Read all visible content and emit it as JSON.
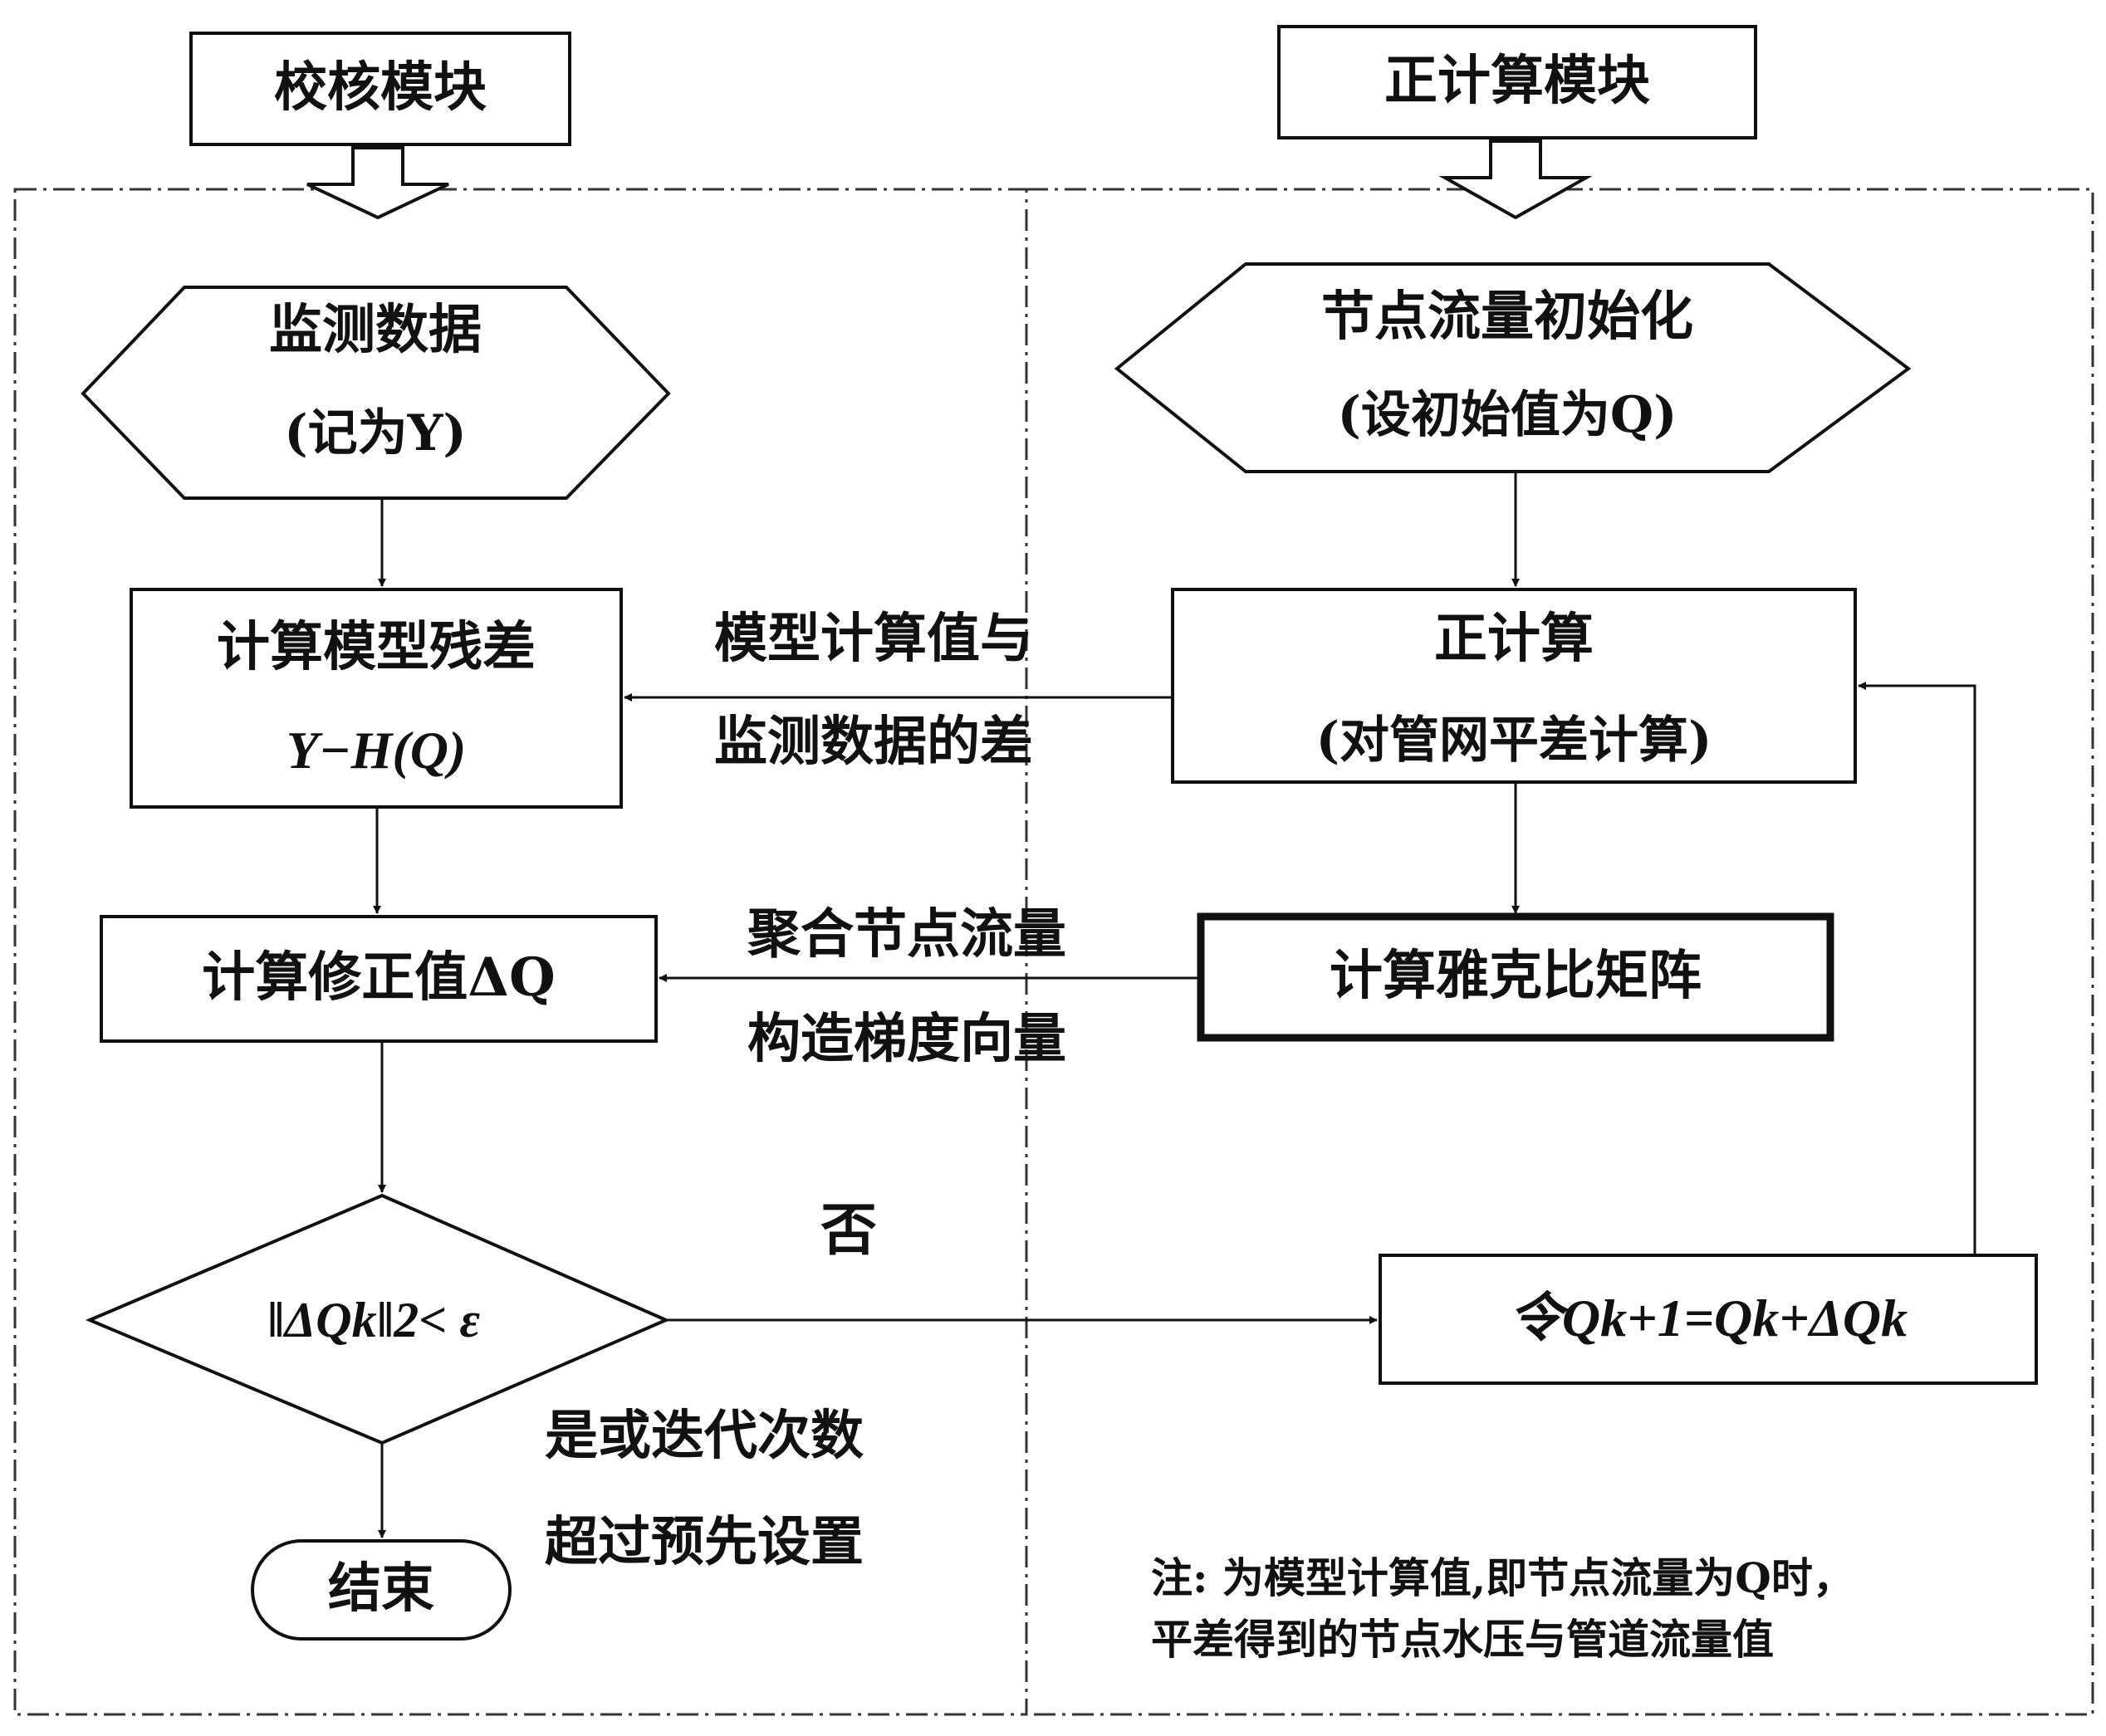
{
  "modules": {
    "check": "校核模块",
    "forward": "正计算模块"
  },
  "nodes": {
    "monitor_line1": "监测数据",
    "monitor_line2": "(记为Y)",
    "init_line1": "节点流量初始化",
    "init_line2": "(设初始值为Q)",
    "forward_line1": "正计算",
    "forward_line2": "(对管网平差计算)",
    "residual_line1": "计算模型残差",
    "residual_line2": "Y−H(Q)",
    "jacobian": "计算雅克比矩阵",
    "correction": "计算修正值ΔQ",
    "condition": "‖ΔQk‖2< ε",
    "update": "令Qk+1=Qk+ΔQk",
    "end": "结束"
  },
  "edges": {
    "diff_line1": "模型计算值与",
    "diff_line2": "监测数据的差",
    "grad_line1": "聚合节点流量",
    "grad_line2": "构造梯度向量",
    "no_label": "否",
    "yes_line1": "是或迭代次数",
    "yes_line2": "超过预先设置"
  },
  "note": {
    "line1": "注: 为模型计算值,即节点流量为Q时，",
    "line2": "平差得到的节点水压与管道流量值"
  }
}
